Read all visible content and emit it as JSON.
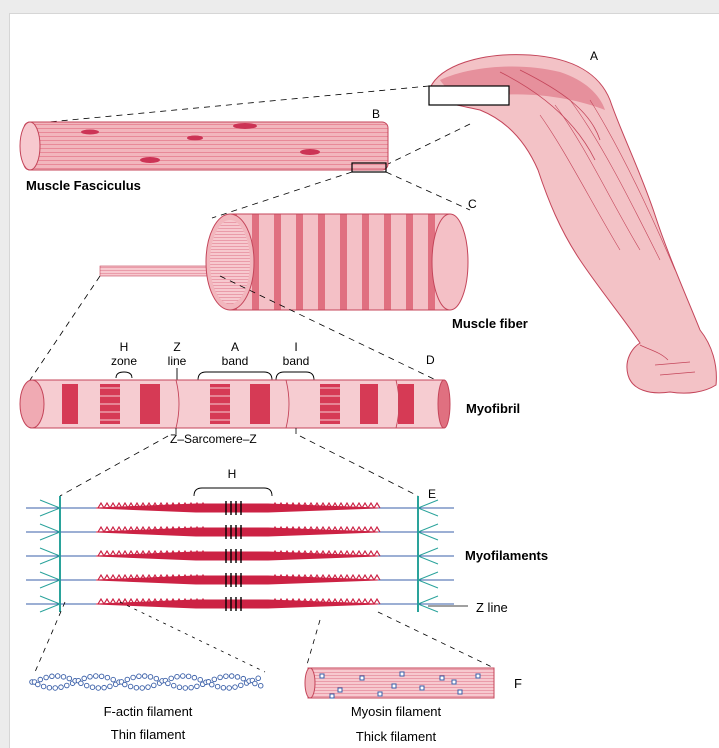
{
  "labels": {
    "a": "A",
    "b": "B",
    "c": "C",
    "d": "D",
    "e": "E",
    "f": "F",
    "muscle_fasciculus": "Muscle Fasciculus",
    "muscle_fiber": "Muscle fiber",
    "myofibril": "Myofibril",
    "myofilaments": "Myofilaments",
    "z_line_right": "Z line",
    "h_zone_1": "H",
    "h_zone_2": "zone",
    "z_line_1": "Z",
    "z_line_2": "line",
    "a_band_1": "A",
    "a_band_2": "band",
    "i_band_1": "I",
    "i_band_2": "band",
    "sarcomere": "Z–Sarcomere–Z",
    "h_filament": "H",
    "f_actin": "F-actin filament",
    "thin_filament": "Thin filament",
    "myosin": "Myosin filament",
    "thick_filament": "Thick filament"
  },
  "colors": {
    "muscle": "#e8a0a8",
    "muscle_dark": "#cc3355",
    "myosin": "#cc2244",
    "actin": "#3a5fa8",
    "zdisc": "#2aa39b"
  }
}
